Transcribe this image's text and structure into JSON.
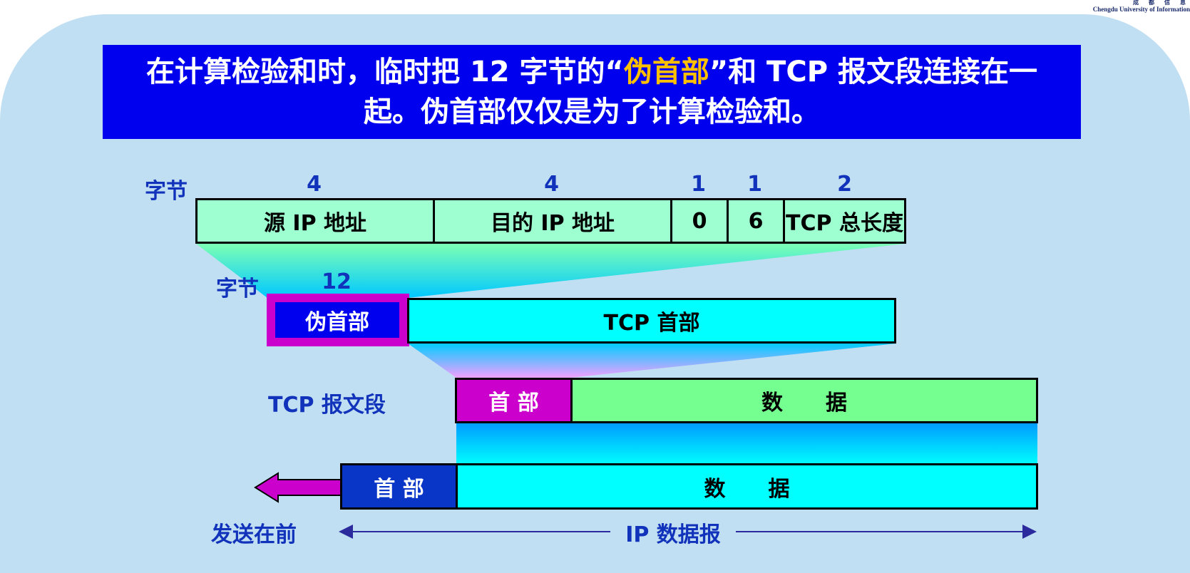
{
  "logo": {
    "marks": "成 都 信 息",
    "text": "Chengdu University of Information"
  },
  "banner": {
    "line1_pre": "在计算检验和时，临时把 12 字节的“",
    "line1_hl": "伪首部",
    "line1_post": "”和 TCP 报文段连接在一",
    "line2": "起。伪首部仅仅是为了计算检验和。"
  },
  "pseudo_header": {
    "bytes_label": "字节",
    "fields": [
      {
        "bytes": "4",
        "label": "源 IP 地址"
      },
      {
        "bytes": "4",
        "label": "目的 IP 地址"
      },
      {
        "bytes": "1",
        "label": "0"
      },
      {
        "bytes": "1",
        "label": "6"
      },
      {
        "bytes": "2",
        "label": "TCP 总长度"
      }
    ]
  },
  "pseudo_row": {
    "bytes_label": "字节",
    "bytes": "12",
    "pseudo_label": "伪首部",
    "tcp_header_label": "TCP 首部"
  },
  "segment_row": {
    "label": "TCP 报文段",
    "header": "首 部",
    "data": "数　　据"
  },
  "datagram_row": {
    "header": "首 部",
    "data": "数　　据",
    "send_first": "发送在前",
    "ip_label": "IP 数据报"
  },
  "colors": {
    "panel": "#c1dff2",
    "banner": "#0000ee",
    "highlight": "#ffc000",
    "label_blue": "#1133bb",
    "ip_field": "#9effd0",
    "cyan": "#00ffff",
    "magenta": "#cc00cc",
    "segment_data": "#75ff90",
    "datagram_header": "#0a36c8",
    "arrow": "#2b2b9e"
  }
}
